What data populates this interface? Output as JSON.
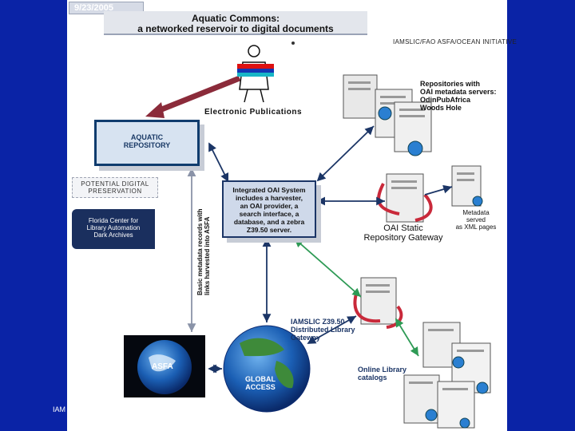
{
  "header": {
    "date": "9/23/2005",
    "title_line1": "Aquatic Commons:",
    "title_line2": "a networked reservoir to digital documents",
    "initiative": "IAMSLIC/FAO ASFA/OCEAN INITIATIVE"
  },
  "nodes": {
    "electronic_publications": "Electronic Publications",
    "aquatic_repository_l1": "AQUATIC",
    "aquatic_repository_l2": "REPOSITORY",
    "repos_l1": "Repositories with",
    "repos_l2": "OAI metadata servers:",
    "repos_l3": "OdinPubAfrica",
    "repos_l4": "Woods Hole",
    "potential_l1": "POTENTIAL DIGITAL",
    "potential_l2": "PRESERVATION",
    "fcla_l1": "Florida Center for",
    "fcla_l2": "Library Automation",
    "fcla_l3": "Dark Archives",
    "oai_l1": "Integrated OAI System",
    "oai_l2": "includes a harvester,",
    "oai_l3": "an OAI provider, a",
    "oai_l4": "search interface, a",
    "oai_l5": "database, and a zebra",
    "oai_l6": "Z39.50 server.",
    "gateway_l1": "OAI Static",
    "gateway_l2": "Repository Gateway",
    "metadata_l1": "Metadata",
    "metadata_l2": "served",
    "metadata_l3": "as XML pages",
    "vertical_l1": "Basic metadata records with",
    "vertical_l2": "links harvested into ASFA",
    "iamslic_l1": "IAMSLIC Z39.50",
    "iamslic_l2": "Distributed Library",
    "iamslic_l3": "Gateway",
    "asfa": "ASFA",
    "global_l1": "GLOBAL",
    "global_l2": "ACCESS",
    "catalogs_l1": "Online Library",
    "catalogs_l2": "catalogs"
  },
  "footer": {
    "text": "IAM"
  },
  "colors": {
    "background": "#0a23a6",
    "box_border": "#1b3566",
    "arrow": "#1b3566",
    "green_arrow": "#2e9a55",
    "red_arrow": "#8b2b3a"
  }
}
